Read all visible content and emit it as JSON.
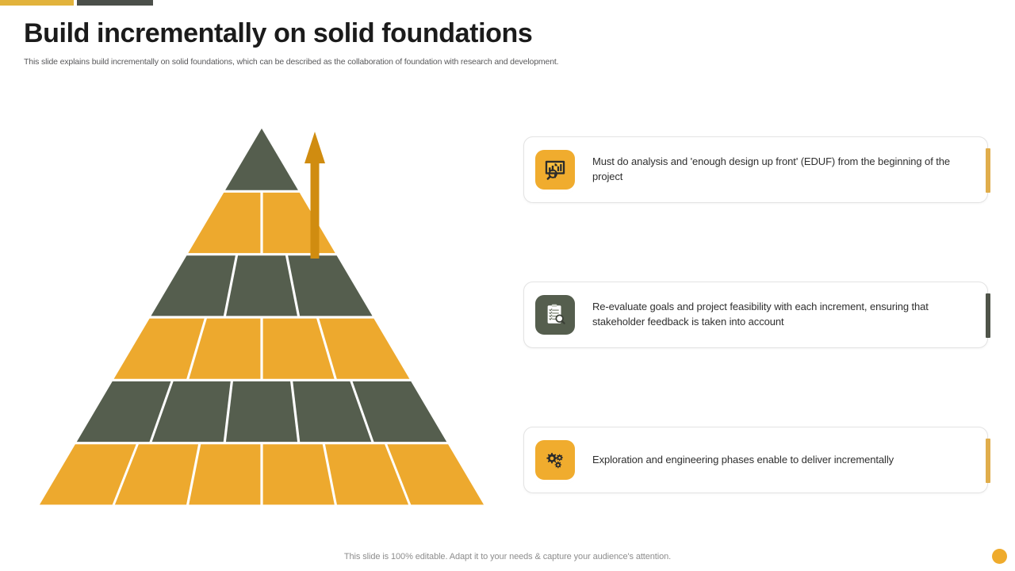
{
  "theme": {
    "amber": "#eda92e",
    "amber_dark": "#d08c10",
    "green": "#555e4e",
    "gold_bar": "#e2b33c",
    "dark_bar": "#4b4f4a",
    "text_dark": "#1b1b1b",
    "text_muted": "#59595b"
  },
  "header": {
    "title": "Build incrementally on solid foundations",
    "subtitle": "This slide explains build incrementally on solid foundations, which can be described as the collaboration of foundation with research and development."
  },
  "pyramid": {
    "rows": [
      {
        "index": 1,
        "blocks": 1,
        "color": "#555e4e"
      },
      {
        "index": 2,
        "blocks": 2,
        "color": "#eda92e"
      },
      {
        "index": 3,
        "blocks": 3,
        "color": "#555e4e"
      },
      {
        "index": 4,
        "blocks": 4,
        "color": "#eda92e"
      },
      {
        "index": 5,
        "blocks": 5,
        "color": "#555e4e"
      },
      {
        "index": 6,
        "blocks": 6,
        "color": "#eda92e"
      }
    ],
    "arrow": {
      "direction": "up",
      "color": "#d08c10"
    }
  },
  "cards": [
    {
      "id": "card-eduf",
      "icon": "presentation-analysis-icon",
      "icon_bg": "#f0ac2e",
      "accent": "#e0ad4b",
      "text": "Must do analysis and 'enough design up front' (EDUF) from the beginning of the project"
    },
    {
      "id": "card-reevaluate",
      "icon": "clipboard-review-icon",
      "icon_bg": "#555e4e",
      "accent": "#4f5449",
      "text": "Re-evaluate goals and project feasibility with each increment, ensuring that stakeholder feedback is taken into account"
    },
    {
      "id": "card-exploration",
      "icon": "gears-icon",
      "icon_bg": "#f0ac2e",
      "accent": "#e0ad4b",
      "text": "Exploration and engineering phases enable to deliver incrementally"
    }
  ],
  "footer": {
    "note": "This slide is 100% editable. Adapt it to your needs & capture your audience's attention."
  }
}
